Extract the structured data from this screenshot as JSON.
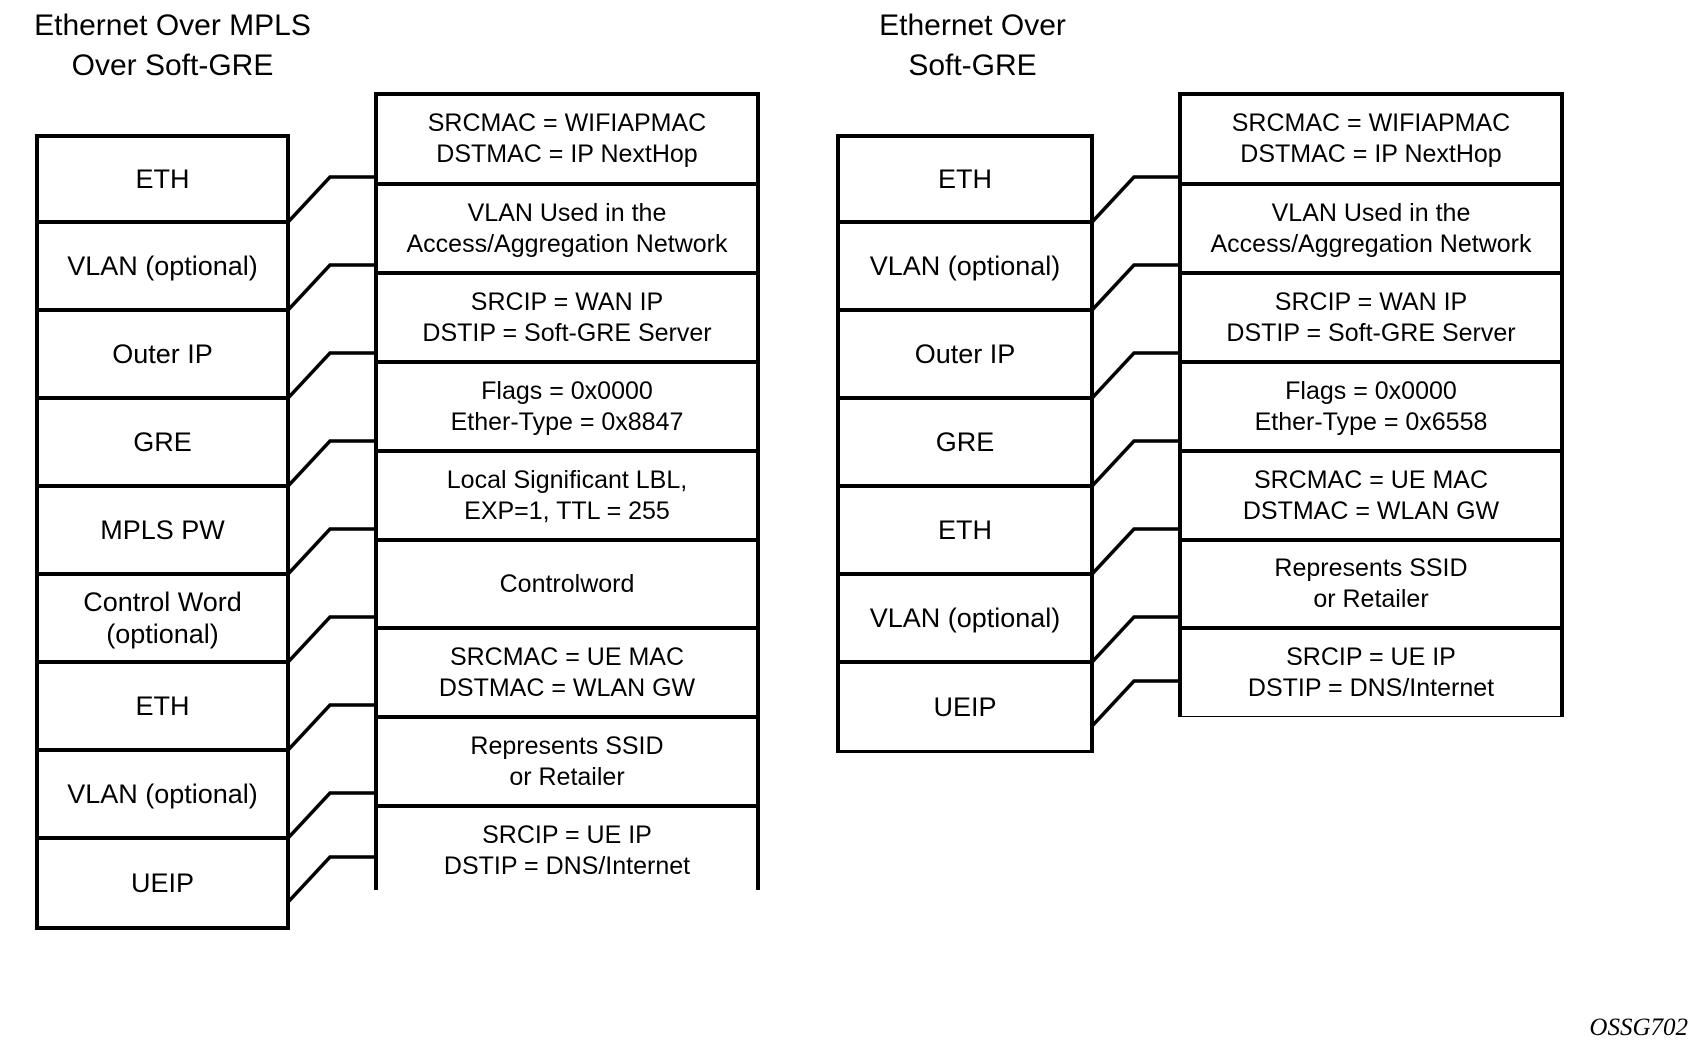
{
  "figure": {
    "caption": "OSSG702"
  },
  "diagrams": [
    {
      "id": "ethernet-over-mpls-over-soft-gre",
      "title": "Ethernet Over MPLS\nOver Soft-GRE",
      "stack": [
        {
          "label": "ETH"
        },
        {
          "label": "VLAN (optional)"
        },
        {
          "label": "Outer IP"
        },
        {
          "label": "GRE"
        },
        {
          "label": "MPLS PW"
        },
        {
          "label": "Control Word\n(optional)"
        },
        {
          "label": "ETH"
        },
        {
          "label": "VLAN (optional)"
        },
        {
          "label": "UEIP"
        }
      ],
      "annotations": [
        {
          "text": "SRCMAC = WIFIAPMAC\nDSTMAC = IP NextHop"
        },
        {
          "text": "VLAN Used in the\nAccess/Aggregation Network"
        },
        {
          "text": "SRCIP = WAN IP\nDSTIP = Soft-GRE Server"
        },
        {
          "text": "Flags = 0x0000\nEther-Type = 0x8847"
        },
        {
          "text": "Local Significant LBL,\nEXP=1, TTL = 255"
        },
        {
          "text": "Controlword"
        },
        {
          "text": "SRCMAC = UE MAC\nDSTMAC = WLAN GW"
        },
        {
          "text": "Represents SSID\nor Retailer"
        },
        {
          "text": "SRCIP = UE IP\nDSTIP = DNS/Internet"
        }
      ]
    },
    {
      "id": "ethernet-over-soft-gre",
      "title": "Ethernet Over\nSoft-GRE",
      "stack": [
        {
          "label": "ETH"
        },
        {
          "label": "VLAN (optional)"
        },
        {
          "label": "Outer IP"
        },
        {
          "label": "GRE"
        },
        {
          "label": "ETH"
        },
        {
          "label": "VLAN (optional)"
        },
        {
          "label": "UEIP"
        }
      ],
      "annotations": [
        {
          "text": "SRCMAC = WIFIAPMAC\nDSTMAC = IP NextHop"
        },
        {
          "text": "VLAN Used in the\nAccess/Aggregation Network"
        },
        {
          "text": "SRCIP = WAN IP\nDSTIP = Soft-GRE Server"
        },
        {
          "text": "Flags = 0x0000\nEther-Type = 0x6558"
        },
        {
          "text": "SRCMAC = UE MAC\nDSTMAC = WLAN GW"
        },
        {
          "text": "Represents SSID\nor Retailer"
        },
        {
          "text": "SRCIP = UE IP\nDSTIP = DNS/Internet"
        }
      ]
    }
  ],
  "colors": {
    "stroke": "#000000",
    "background": "#ffffff"
  }
}
